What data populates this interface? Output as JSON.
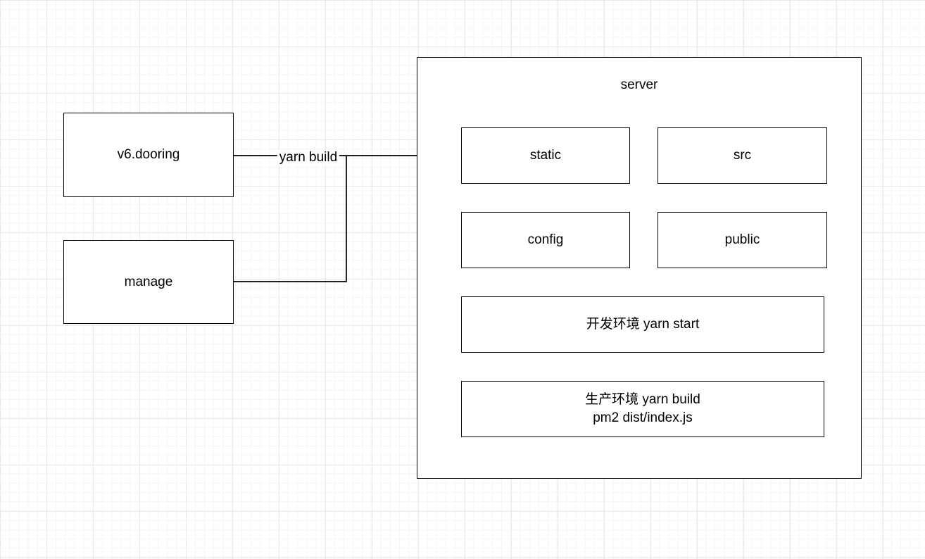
{
  "diagram": {
    "nodes": {
      "v6dooring": {
        "label": "v6.dooring"
      },
      "manage": {
        "label": "manage"
      },
      "server": {
        "label": "server"
      },
      "static": {
        "label": "static"
      },
      "src": {
        "label": "src"
      },
      "config": {
        "label": "config"
      },
      "public": {
        "label": "public"
      },
      "dev": {
        "label": "开发环境 yarn start"
      },
      "prod": {
        "label_line1": "生产环境 yarn build",
        "label_line2": "pm2 dist/index.js"
      }
    },
    "edges": {
      "build": {
        "label": "yarn build"
      }
    },
    "colors": {
      "node_fill": "#ffffff",
      "node_border": "#000000",
      "connector": "#000000",
      "grid_minor": "#f5f5f5",
      "grid_major": "#e9e9e9"
    }
  }
}
